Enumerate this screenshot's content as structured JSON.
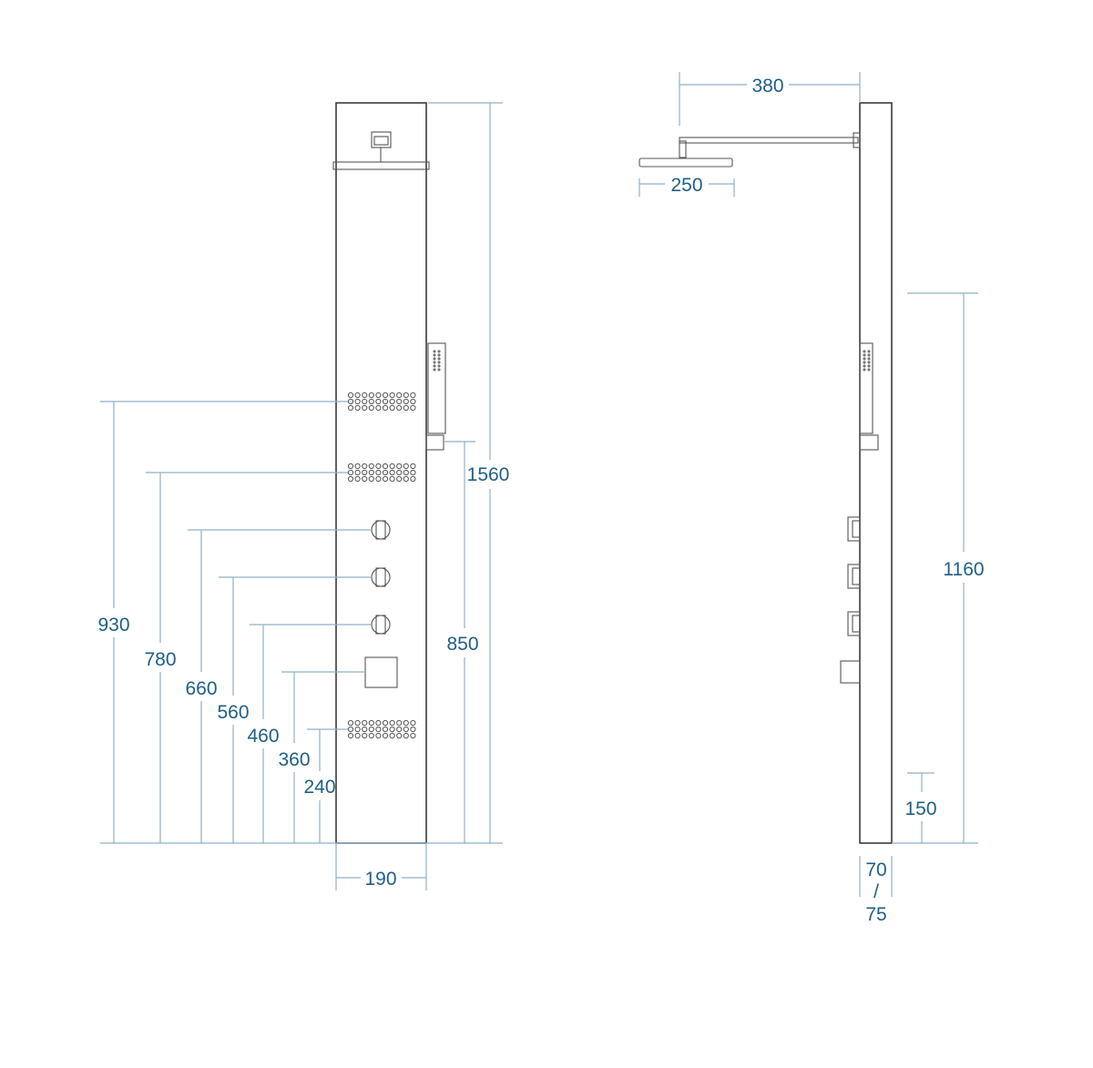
{
  "colors": {
    "dimension_line": "#8fb1c6",
    "dimension_text": "#1f5f86",
    "outline": "#3a3a3a",
    "background": "#ffffff"
  },
  "front_view": {
    "total_height": "1560",
    "width": "190",
    "hand_shower_holder_height": "850",
    "heights": {
      "upper_body_jets": "930",
      "middle_body_jets": "780",
      "upper_control_knob": "660",
      "middle_control_knob": "560",
      "lower_control_knob": "460",
      "mixer_handle": "360",
      "lower_body_jets": "240"
    }
  },
  "side_view": {
    "arm_projection": "380",
    "shower_head_diameter": "250",
    "hand_shower_height": "1160",
    "inlet_height": "150",
    "depth_top": "70",
    "depth_separator": "/",
    "depth_bottom": "75"
  }
}
